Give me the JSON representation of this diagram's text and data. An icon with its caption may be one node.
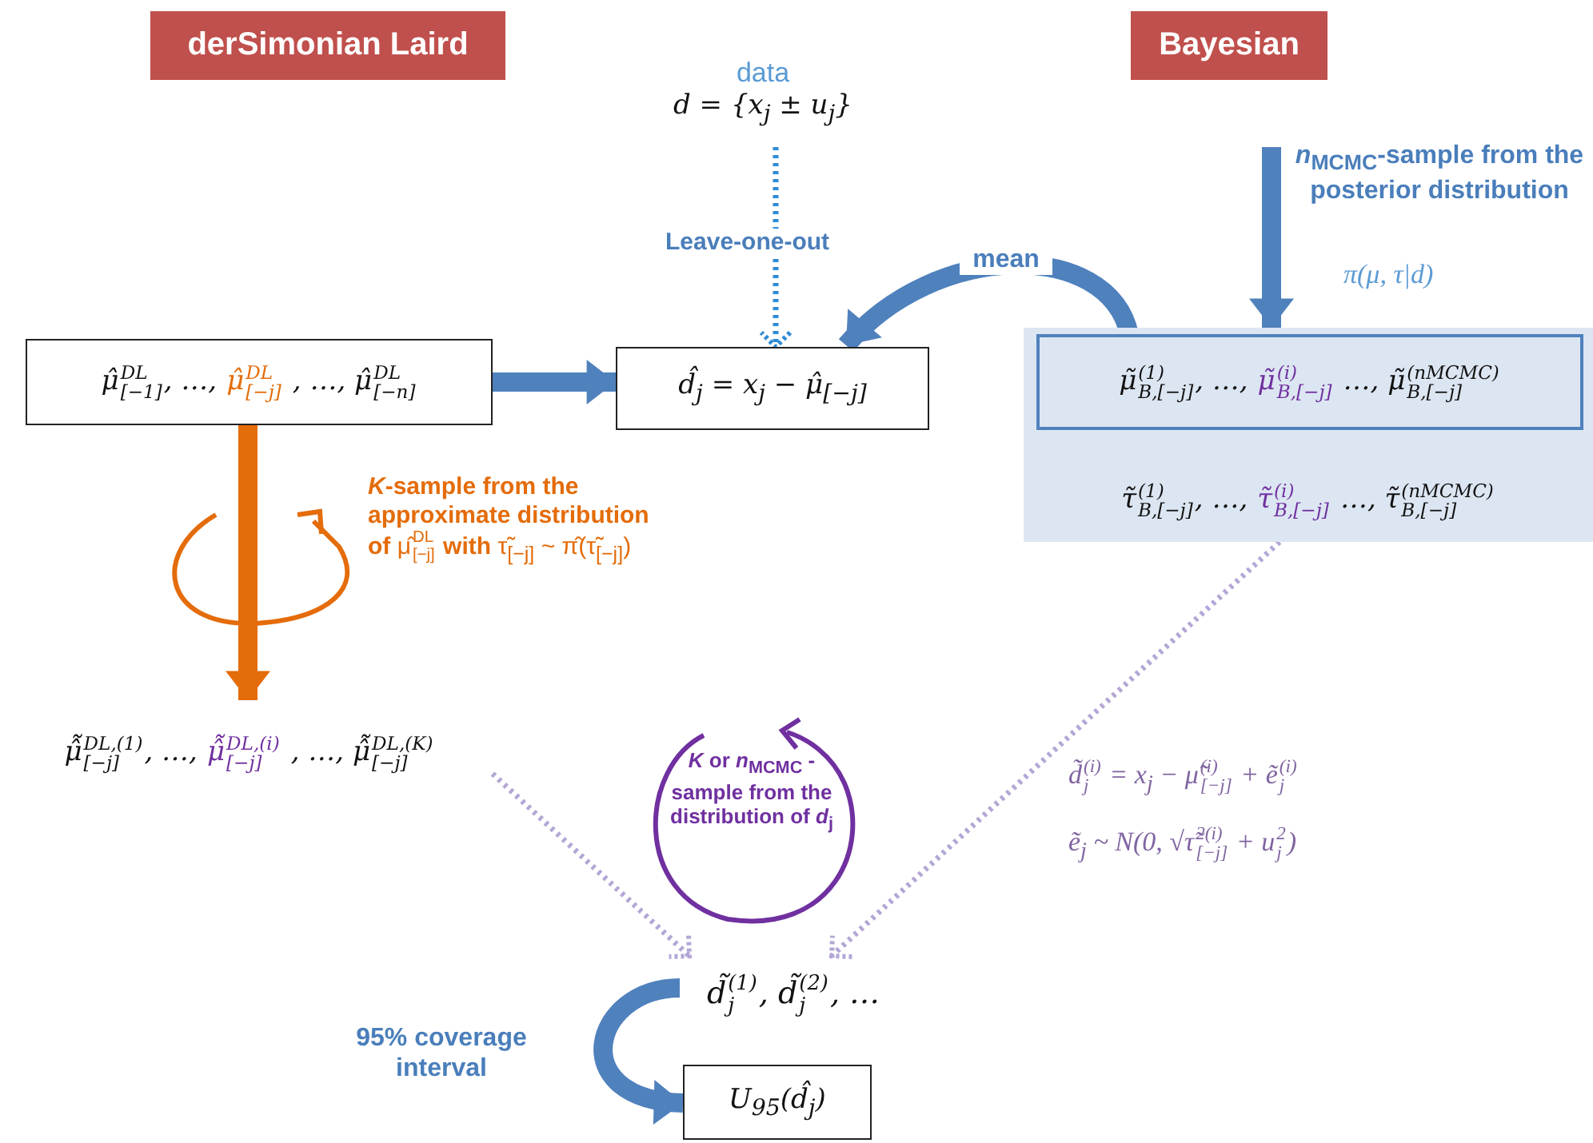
{
  "diagram": {
    "nodes": [
      {
        "text": [
          "derSimonian Laird"
        ]
      },
      {
        "text": [
          "Bayesian"
        ]
      },
      {
        "text": [
          "data",
          "d = {x$_{j}$ ± u$_{j}$}"
        ]
      },
      {
        "text": [
          "μ̂$^{DL}$$_{[−1]}$, …,",
          "μ̂$^{DL}$$_{[−j]}$",
          ", …, μ̂$^{DL}$$_{[−n]}$"
        ]
      },
      {
        "text": [
          "d̂$_{j}$ = x$_{j}$ − μ̂$_{[−j]}$"
        ]
      },
      {
        "text": [
          "τ̃$^{(1)}$$_{B,[−j]}$, …,",
          "τ̃$^{(i)}$$_{B,[−j]}$",
          "…, τ̃$^{(nMCMC)}$$_{B,[−j]}$"
        ]
      },
      {
        "text": [
          "μ̃$^{(1)}$$_{B,[−j]}$, …,",
          "μ̃$^{(i)}$$_{B,[−j]}$",
          "…, μ̃$^{(nMCMC)}$$_{B,[−j]}$"
        ],
        "in": 5
      },
      {
        "text": [
          "μ̂̃$^{DL,(1)}$$_{[−j]}$, …,",
          "μ̂̃$^{DL,(i)}$$_{[−j]}$",
          ", …, μ̂̃$^{DL,(K)}$$_{[−j]}$"
        ]
      },
      {
        "text": [
          "d̃$^{(1)}$$_{j}$, d̃$^{(2)}$$_{j}$, …"
        ]
      },
      {
        "text": [
          "U$_{95}$(d̂$_{j}$)"
        ]
      }
    ],
    "edges": [
      {
        "from": 2,
        "to": 4,
        "arrow": "to",
        "label": "Leave-one-out",
        "style": "dashed"
      },
      {
        "from": 3,
        "to": 4,
        "arrow": "to"
      },
      {
        "from": 6,
        "to": 4,
        "arrow": "to",
        "label": "mean"
      },
      {
        "from": null,
        "to": 5,
        "arrow": "to",
        "label": "*n*$_{MCMC}$-sample from the posterior distribution"
      },
      {
        "from": 3,
        "to": 7,
        "arrow": "to",
        "label": "***K*-sample from the approximate distribution of** μ̂$^{DL}$$_{[−j]}$ **with** τ̃$_{[−j]}$ ~ π̂(τ̃$_{[−j]}$)",
        "color": "#e46c0a"
      },
      {
        "from": 7,
        "to": 8,
        "arrow": "to",
        "style": "dashed",
        "color": "#b4a7d6"
      },
      {
        "from": 5,
        "to": 8,
        "arrow": "to",
        "style": "dashed",
        "color": "#b4a7d6"
      },
      {
        "from": 8,
        "to": 9,
        "arrow": "to",
        "label": "95% coverage interval"
      }
    ],
    "labels": [
      "π(μ, τ|d)",
      "*K* or *n*$_{MCMC}$ - sample from the distribution of *d*$_{j}$",
      "d̃$^{(i)}$$_{j}$ = x$_{j}$ − μ̃$^{(i)}$$_{[−j]}$ + ẽ$^{(i)}$$_{j}$",
      "ẽ$_{j}$ ~ N(0, √τ̃$^{2(i)}$$_{[−j]}$ + u$^{2}$$_{j}$)"
    ]
  }
}
